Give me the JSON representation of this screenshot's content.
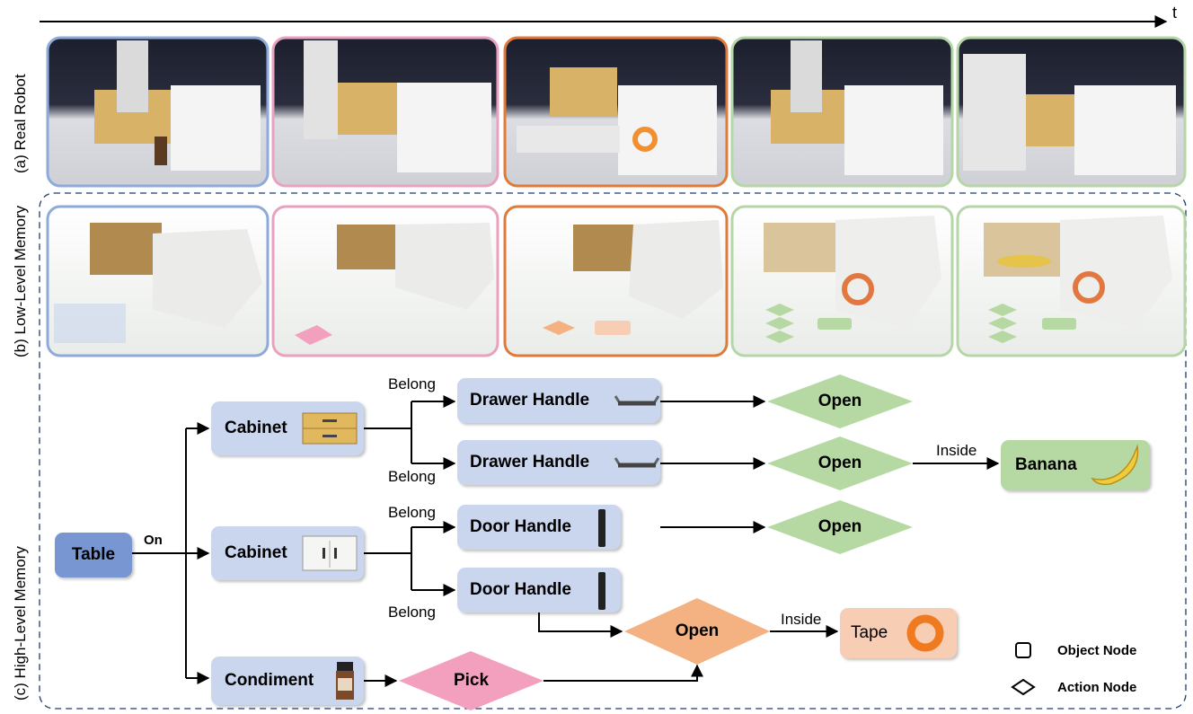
{
  "time_axis": {
    "label": "t"
  },
  "row_labels": {
    "a": "(a) Real Robot",
    "b": "(b) Low-Level Memory",
    "c": "(c) High-Level Memory"
  },
  "colors": {
    "object_node": "#c9d6ee",
    "table_node": "#7896d2",
    "action_open_green": "#b6d9a4",
    "action_pick": "#f2a0bd",
    "action_open_orange": "#f4b182",
    "banana_node": "#b6d9a4",
    "tape_node": "#f7cdb4",
    "frame_blue": "#8eaadb",
    "frame_pink": "#e8a2bf",
    "frame_orange": "#e07a3a",
    "frame_green": "#b5d6a7"
  },
  "object_nodes": {
    "table": "Table",
    "cabinet_drawer": "Cabinet",
    "cabinet_door": "Cabinet",
    "condiment": "Condiment",
    "drawer_handle_1": "Drawer Handle",
    "drawer_handle_2": "Drawer Handle",
    "door_handle_1": "Door Handle",
    "door_handle_2": "Door Handle",
    "banana": "Banana",
    "tape": "Tape"
  },
  "action_nodes": {
    "open_1": "Open",
    "open_2": "Open",
    "open_3": "Open",
    "open_orange": "Open",
    "pick": "Pick"
  },
  "edge_labels": {
    "on": "On",
    "belong_1": "Belong",
    "belong_2": "Belong",
    "belong_3": "Belong",
    "belong_4": "Belong",
    "inside_banana": "Inside",
    "inside_tape": "Inside"
  },
  "legend": {
    "object": "Object Node",
    "action": "Action Node"
  }
}
